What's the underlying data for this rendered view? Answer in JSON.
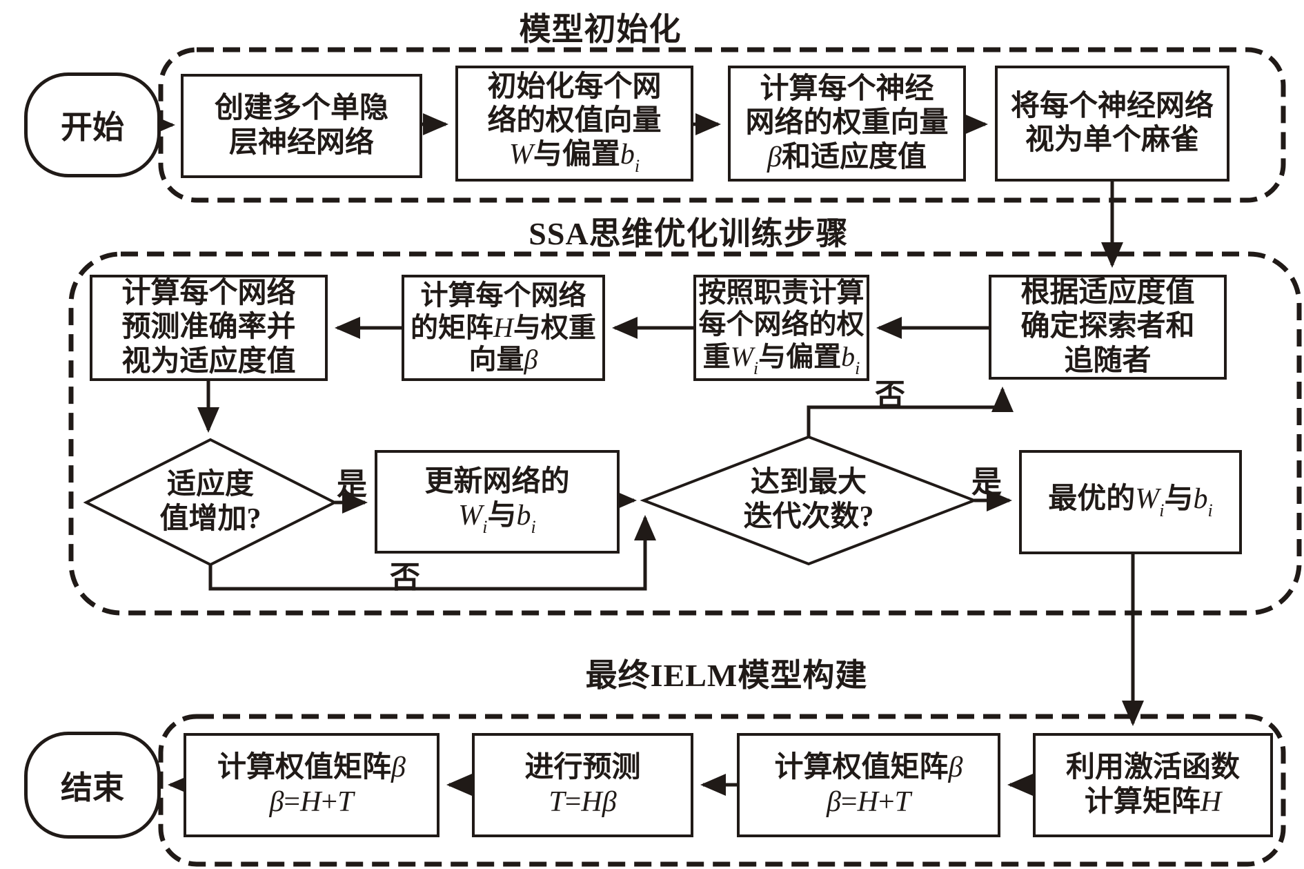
{
  "figure": {
    "ink_color": "#201a17",
    "background_color": "#ffffff",
    "sections": {
      "s1_title": "模型初始化",
      "s2_title": "SSA思维优化训练步骤",
      "s3_title": "最终IELM模型构建"
    },
    "branch_labels": {
      "yes1": "是",
      "no1": "否",
      "yes2": "是",
      "no2": "否"
    },
    "nodes": {
      "start": {
        "label": "开始"
      },
      "end": {
        "label": "结束"
      },
      "create_networks": {
        "lines": [
          "创建多个单隐",
          "层神经网络"
        ]
      },
      "init_weights": {
        "lines": [
          "初始化每个网",
          "络的权值向量",
          [
            {
              "t": "W",
              "f": "it"
            },
            {
              "t": "与偏置"
            },
            {
              "t": "b",
              "f": "it"
            },
            {
              "t": "i",
              "f": "sub"
            }
          ]
        ]
      },
      "calc_beta_fitness": {
        "lines": [
          "计算每个神经",
          "网络的权重向量",
          [
            {
              "t": "β",
              "f": "it"
            },
            {
              "t": "和适应度值"
            }
          ]
        ]
      },
      "as_sparrow": {
        "lines": [
          "将每个神经网络",
          "视为单个麻雀"
        ]
      },
      "roles": {
        "lines": [
          "根据适应度值",
          "确定探索者和",
          "追随者"
        ]
      },
      "duty_update": {
        "lines": [
          "按照职责计算",
          "每个网络的权",
          [
            {
              "t": "重"
            },
            {
              "t": "W",
              "f": "it"
            },
            {
              "t": "i",
              "f": "sub"
            },
            {
              "t": "与偏置"
            },
            {
              "t": "b",
              "f": "it"
            },
            {
              "t": "i",
              "f": "sub"
            }
          ]
        ]
      },
      "calc_H_beta": {
        "lines": [
          "计算每个网络",
          [
            {
              "t": "的矩阵"
            },
            {
              "t": "H",
              "f": "it"
            },
            {
              "t": "与权重"
            }
          ],
          [
            {
              "t": "向量"
            },
            {
              "t": "β",
              "f": "it"
            }
          ]
        ]
      },
      "accuracy_fitness": {
        "lines": [
          "计算每个网络",
          "预测准确率并",
          "视为适应度值"
        ]
      },
      "fitness_increase": {
        "lines": [
          "适应度",
          "值增加?"
        ]
      },
      "update_wb": {
        "lines": [
          "更新网络的",
          [
            {
              "t": "W",
              "f": "it"
            },
            {
              "t": "i",
              "f": "sub"
            },
            {
              "t": "与"
            },
            {
              "t": "b",
              "f": "it"
            },
            {
              "t": "i",
              "f": "sub"
            }
          ]
        ]
      },
      "max_iterations": {
        "lines": [
          "达到最大",
          "迭代次数?"
        ]
      },
      "best_wb": {
        "lines": [
          [
            {
              "t": "最优的"
            },
            {
              "t": "W",
              "f": "it"
            },
            {
              "t": "i",
              "f": "sub"
            },
            {
              "t": "与"
            },
            {
              "t": "b",
              "f": "it"
            },
            {
              "t": "i",
              "f": "sub"
            }
          ]
        ]
      },
      "activation_H": {
        "lines": [
          "利用激活函数",
          [
            {
              "t": "计算矩阵"
            },
            {
              "t": "H",
              "f": "it"
            }
          ]
        ]
      },
      "weight_matrix_right": {
        "lines": [
          [
            {
              "t": "计算权值矩阵"
            },
            {
              "t": "β",
              "f": "it"
            }
          ],
          [
            {
              "t": "β",
              "f": "it"
            },
            {
              "t": "=",
              "f": "op"
            },
            {
              "t": "H",
              "f": "it"
            },
            {
              "t": "+",
              "f": "op"
            },
            {
              "t": "T",
              "f": "it"
            }
          ]
        ]
      },
      "predict": {
        "lines": [
          "进行预测",
          [
            {
              "t": "T",
              "f": "it"
            },
            {
              "t": "=",
              "f": "op"
            },
            {
              "t": "H",
              "f": "it"
            },
            {
              "t": "β",
              "f": "it"
            }
          ]
        ]
      },
      "weight_matrix_left": {
        "lines": [
          [
            {
              "t": "计算权值矩阵"
            },
            {
              "t": "β",
              "f": "it"
            }
          ],
          [
            {
              "t": "β",
              "f": "it"
            },
            {
              "t": "=",
              "f": "op"
            },
            {
              "t": "H",
              "f": "it"
            },
            {
              "t": "+",
              "f": "op"
            },
            {
              "t": "T",
              "f": "it"
            }
          ]
        ]
      }
    }
  }
}
